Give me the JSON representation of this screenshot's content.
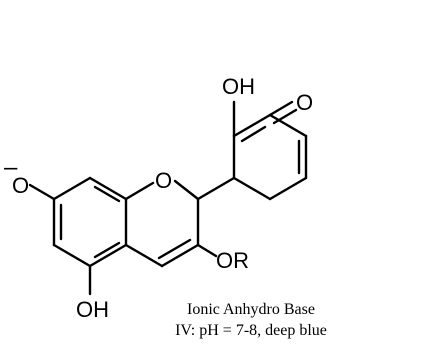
{
  "diagram": {
    "atom_labels": {
      "oh_top": "OH",
      "o_ketone": "O",
      "o_ring": "O",
      "o_phenoxide": "O",
      "charge": "–",
      "or_group": "OR",
      "oh_bottom": "OH"
    },
    "caption": {
      "line1": "Ionic Anhydro Base",
      "line2": "IV: pH = 7-8, deep blue"
    }
  }
}
